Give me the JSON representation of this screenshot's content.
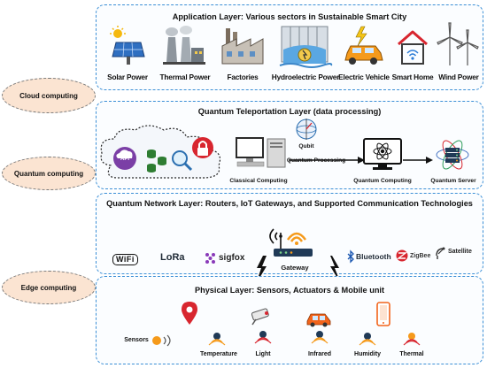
{
  "layers": {
    "application": {
      "title": "Application Layer: Various sectors in Sustainable Smart City",
      "items": [
        "Solar Power",
        "Thermal Power",
        "Factories",
        "Hydroelectric Power",
        "Electric Vehicle",
        "Smart Home",
        "Wind Power"
      ]
    },
    "teleportation": {
      "title": "Quantum Teleportation Layer (data processing)",
      "api_label": "API",
      "classical": "Classical Computing",
      "qubit": "Qubit",
      "processing": "Quantum Processing",
      "quantum_computing": "Quantum Computing",
      "quantum_server": "Quantum Server"
    },
    "network": {
      "title": "Quantum Network Layer: Routers, IoT Gateways, and Supported Communication Technologies",
      "gateway": "Gateway",
      "technologies": [
        "WiFi",
        "LoRa",
        "sigfox",
        "Bluetooth",
        "ZigBee",
        "Satellite"
      ]
    },
    "physical": {
      "title": "Physical Layer: Sensors, Actuators & Mobile unit",
      "sensors": [
        "Sensors",
        "Temperature",
        "Light",
        "Infrared",
        "Humidity",
        "Thermal"
      ]
    }
  },
  "computing": [
    "Cloud computing",
    "Quantum computing",
    "Edge computing"
  ],
  "colors": {
    "border": "#3b8fd6",
    "ellipse_fill": "#fbe4d2",
    "accent_red": "#d8262f",
    "accent_orange": "#f59a1b",
    "dark_blue": "#203a57"
  }
}
